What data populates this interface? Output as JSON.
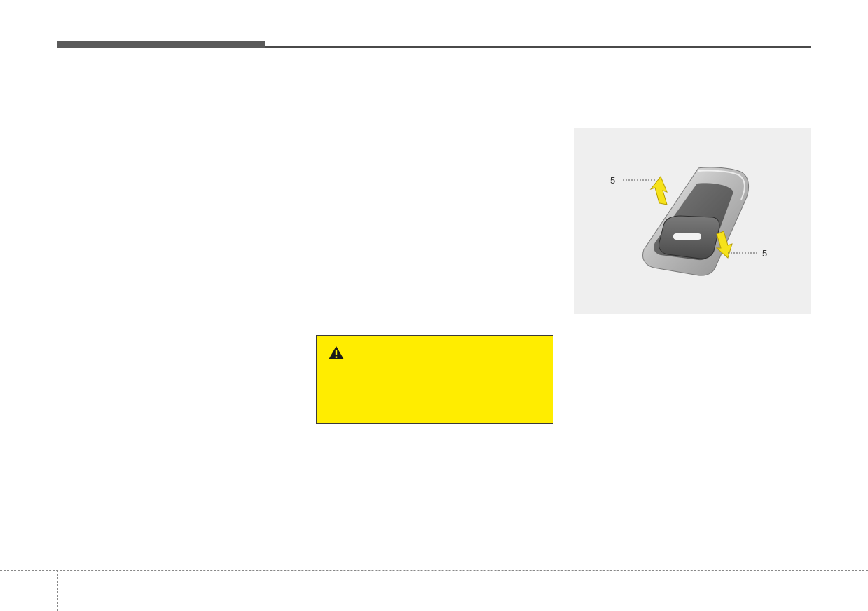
{
  "figure": {
    "callouts": [
      {
        "label": "5",
        "direction": "up"
      },
      {
        "label": "5",
        "direction": "down"
      }
    ],
    "arrow_color": "#f6e21a",
    "panel_background": "#efefef"
  },
  "warning": {
    "icon": "warning-triangle-icon",
    "background": "#ffed00"
  },
  "colors": {
    "header_bar": "#5a5a5a",
    "rule": "#4a4a4a"
  }
}
